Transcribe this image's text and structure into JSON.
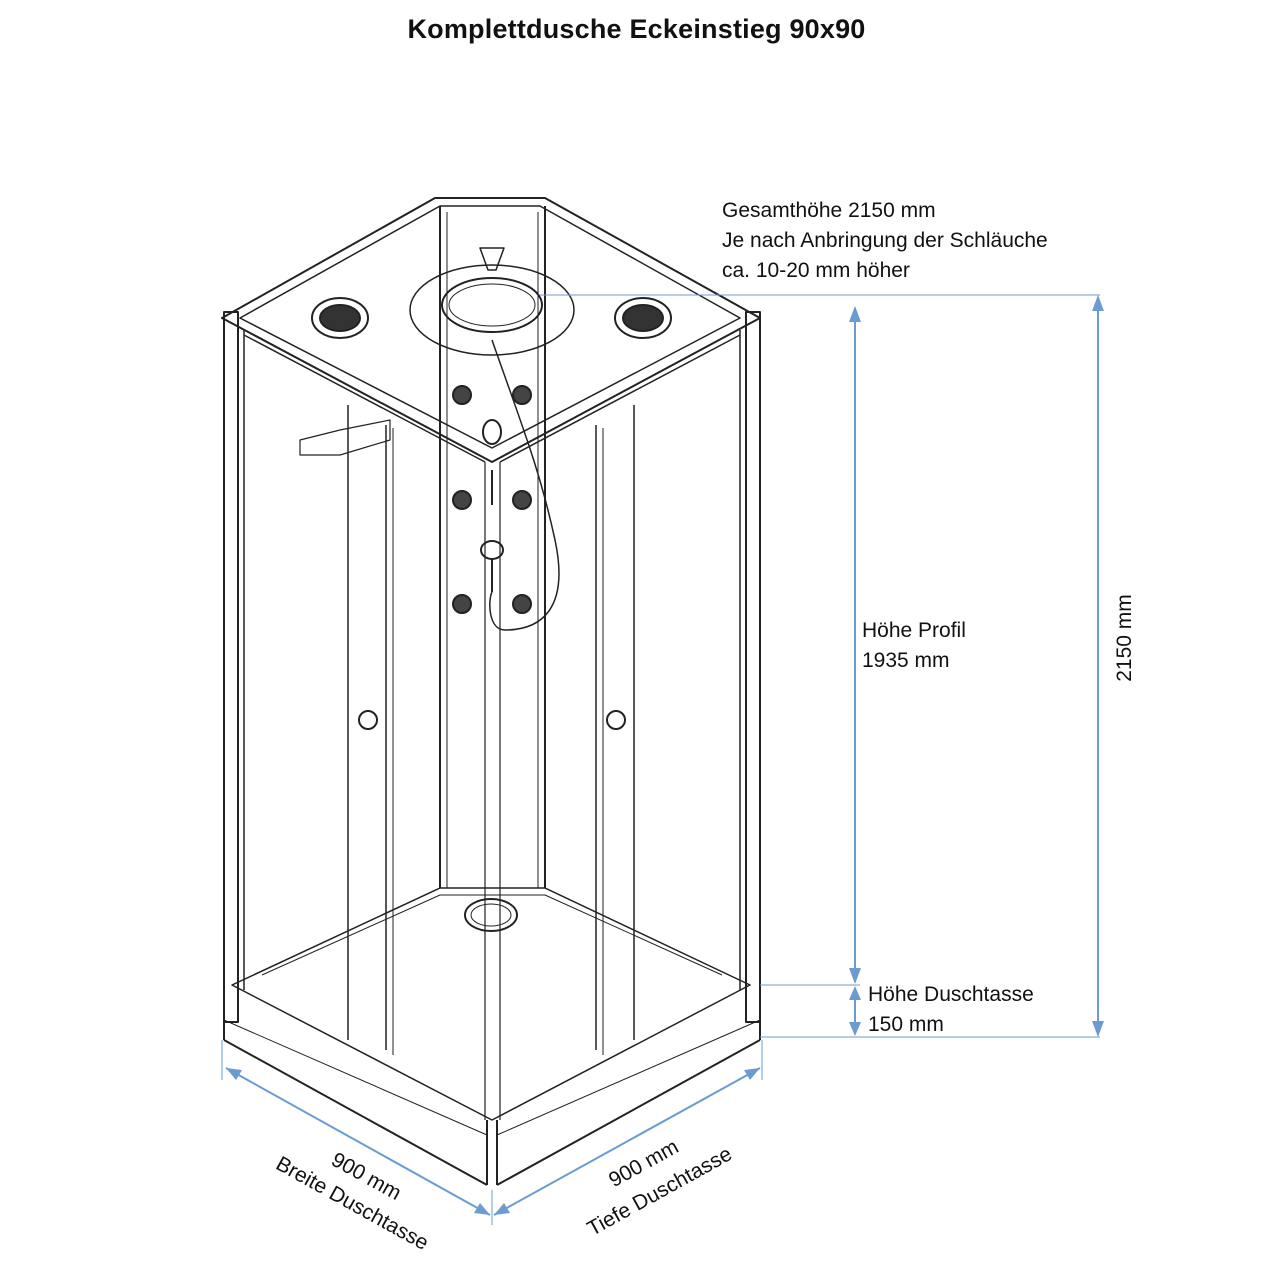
{
  "title": "Komplettdusche Eckeinstieg 90x90",
  "notes": {
    "gesamthoehe_line1": "Gesamthöhe 2150 mm",
    "gesamthoehe_line2": "Je nach Anbringung der Schläuche",
    "gesamthoehe_line3": "ca. 10-20 mm höher",
    "profil_line1": "Höhe Profil",
    "profil_line2": "1935 mm",
    "duschtasse_line1": "Höhe Duschtasse",
    "duschtasse_line2": "150 mm",
    "total_height_vertical": "2150 mm",
    "breite_value": "900 mm",
    "breite_label": "Breite Duschtasse",
    "tiefe_value": "900 mm",
    "tiefe_label": "Tiefe Duschtasse"
  },
  "dimensions": {
    "gesamthoehe_mm": 2150,
    "hoehe_profil_mm": 1935,
    "hoehe_duschtasse_mm": 150,
    "breite_mm": 900,
    "tiefe_mm": 900
  },
  "colors": {
    "dimension_line": "#6b9bd1",
    "drawing_line": "#222222",
    "text": "#111111"
  }
}
